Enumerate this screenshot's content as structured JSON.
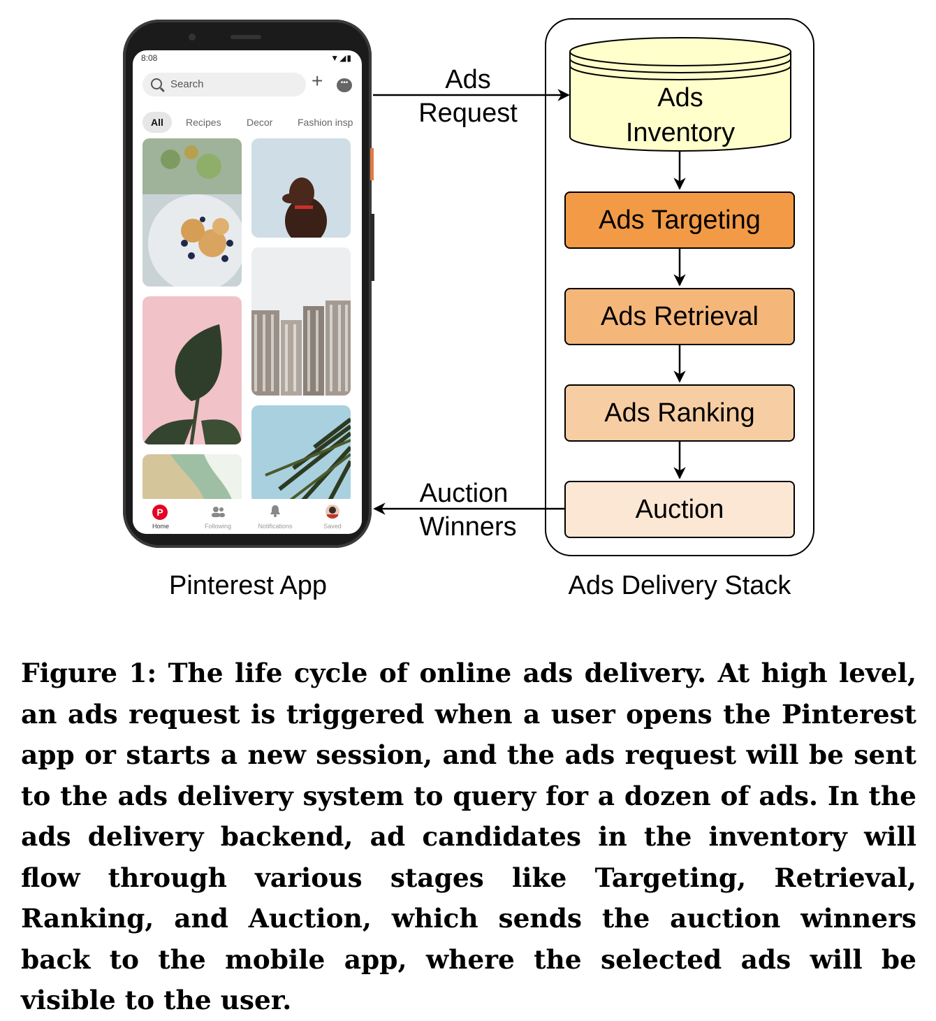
{
  "app": {
    "status_time": "8:08",
    "search_placeholder": "Search",
    "tabs": [
      "All",
      "Recipes",
      "Decor",
      "Fashion insp"
    ],
    "nav": [
      "Home",
      "Following",
      "Notifications",
      "Saved"
    ]
  },
  "diagram": {
    "request_label_1": "Ads",
    "request_label_2": "Request",
    "inventory_label_1": "Ads",
    "inventory_label_2": "Inventory",
    "stages": [
      "Ads Targeting",
      "Ads Retrieval",
      "Ads Ranking",
      "Auction"
    ],
    "stage_colors": [
      "#F29A45",
      "#F5B67A",
      "#F7CEA3",
      "#FBE7D3"
    ],
    "inventory_color": "#FFFFCC",
    "winners_label_1": "Auction",
    "winners_label_2": "Winners",
    "app_label": "Pinterest App",
    "stack_label": "Ads Delivery Stack"
  },
  "caption": "Figure 1: The life cycle of online ads delivery. At high level, an ads request is triggered when a user opens the Pinterest app or starts a new session, and the ads request will be sent to the ads delivery system to query for a dozen of ads. In the ads delivery backend, ad candidates in the inventory will flow through various stages like Targeting, Retrieval, Ranking, and Auction, which sends the auction winners back to the mobile app, where the selected ads will be visible to the user."
}
